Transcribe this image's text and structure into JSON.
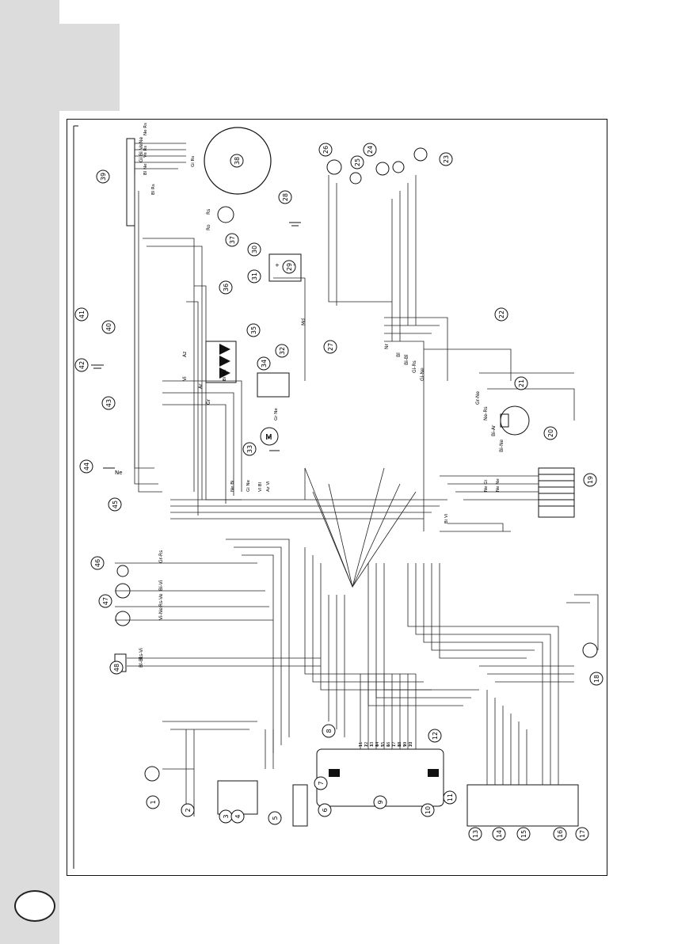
{
  "page": {
    "number": "",
    "footer_mark": ""
  },
  "diagram": {
    "numbered_labels": [
      "1",
      "2",
      "3",
      "4",
      "5",
      "6",
      "7",
      "8",
      "9",
      "10",
      "11",
      "12",
      "13",
      "14",
      "15",
      "16",
      "17",
      "18",
      "19",
      "20",
      "21",
      "22",
      "23",
      "24",
      "25",
      "26",
      "27",
      "28",
      "29",
      "30",
      "31",
      "32",
      "33",
      "34",
      "35",
      "36",
      "37",
      "38",
      "39",
      "40",
      "41",
      "42",
      "43",
      "44",
      "45",
      "46",
      "47",
      "48"
    ],
    "wire_labels": [
      "Ne",
      "Ve",
      "Bi",
      "Gi",
      "Rs",
      "Ro",
      "Az",
      "Vi",
      "Ar",
      "Gr",
      "Md",
      "Nr",
      "Bl",
      "Bi-Bl",
      "Gi-Rs",
      "Gi-Ne",
      "Gr-Ne",
      "Ne-Rs",
      "Bi-Ar",
      "Bi-Ne",
      "Gr-Rs",
      "Bi-Vi",
      "Rs-Ve",
      "Vi-Ne",
      "Rs-Vi",
      "Bl-Bl"
    ],
    "connector_texts": [
      "Ne Rs",
      "Ve Rs",
      "Bl Ne",
      "Bl Rs",
      "Gi Rs",
      "Bi Ne",
      "Ne Bi",
      "Gi Ne",
      "Vi Bl",
      "Az Vi",
      "Gr Ne",
      "Bi Vi",
      "Ne Gi",
      "Ne Ne"
    ],
    "connector_pins": [
      "1",
      "2",
      "3",
      "4",
      "5",
      "6",
      "7",
      "8",
      "9",
      "10",
      "11",
      "12",
      "13",
      "14",
      "15",
      "16",
      "17",
      "18",
      "19",
      "20"
    ],
    "symbols": [
      "+",
      "-",
      "M",
      "Ne"
    ]
  }
}
